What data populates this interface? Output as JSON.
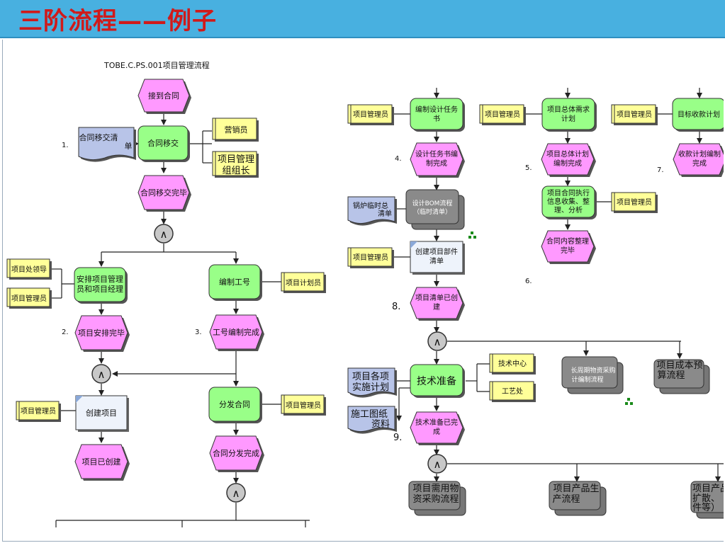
{
  "header": {
    "title": "三阶流程——例子"
  },
  "diagram": {
    "process_code": "TOBE.C.PS.001项目管理流程",
    "steps": {
      "s1": "1.",
      "s2": "2.",
      "s3": "3.",
      "s4": "4.",
      "s5": "5.",
      "s6": "6.",
      "s7": "7.",
      "s8": "8.",
      "s9": "9."
    },
    "events": {
      "receive_contract": "接到合同",
      "contract_handover_done": "合同移交完毕",
      "project_arranged": "项目安排完毕",
      "work_no_done": "工号编制完成",
      "project_created": "项目已创建",
      "contract_distributed": "合同分发完成",
      "design_task_done": [
        "设计任务书编",
        "制完成"
      ],
      "overall_plan_done": [
        "项目总体计划",
        "编制完成"
      ],
      "payment_plan_done": [
        "收款计划编制",
        "完成"
      ],
      "contract_content_done": [
        "合同内容整理",
        "完毕"
      ],
      "project_list_done": [
        "项目清单已创",
        "建"
      ],
      "tech_prep_done": [
        "技术准备已完",
        "成"
      ]
    },
    "functions": {
      "contract_handover": "合同移交",
      "arrange_manager": [
        "安排项目管理",
        "员和项目经理"
      ],
      "compile_work_no": "编制工号",
      "create_project": "创建项目",
      "distribute_contract": "分发合同",
      "compile_design_task": [
        "编制设计任务",
        "书"
      ],
      "overall_requirement_plan": [
        "项目总体需求",
        "计划"
      ],
      "payment_plan": "目标收款计划",
      "contract_execution_info": [
        "项目合同执行",
        "信息收集、整",
        "理、分析"
      ],
      "create_parts_list": [
        "创建项目部件",
        "清单"
      ],
      "tech_prep": "技术准备"
    },
    "roles": {
      "sales": "营销员",
      "pm_group_leader": [
        "项目管理",
        "组组长"
      ],
      "dept_leader": "项目处领导",
      "pm": "项目管理员",
      "planner": "项目计划员",
      "tech_center": "技术中心",
      "process_dept": "工艺处"
    },
    "documents": {
      "contract_transfer_list": [
        "合同移交清",
        "单"
      ],
      "boiler_temp_list": [
        "锅炉临时总",
        "清单"
      ],
      "project_impl_plan": [
        "项目各项",
        "实施计划"
      ],
      "construction_drawings": [
        "施工图纸",
        "资料"
      ]
    },
    "subprocesses": {
      "bom_process": [
        "设计BOM流程",
        "（临时清单）"
      ],
      "long_lead_procurement": [
        "长周期物资采购",
        "计编制流程"
      ],
      "cost_budget": [
        "项目成本预",
        "算流程"
      ],
      "material_procurement": [
        "项目需用物",
        "资采购流程"
      ],
      "production": [
        "项目产品生",
        "产流程"
      ],
      "product_cut": [
        "项目产品",
        "扩散、",
        "件等）"
      ]
    },
    "connector_symbol": "∧"
  },
  "colors": {
    "header_bg": "#48b0e0",
    "title": "#d01a1a",
    "event": "#ff99ff",
    "function": "#99ff88",
    "role": "#ffff99",
    "document": "#b8c4e8",
    "subprocess": "#8a8a8a",
    "connector": "#c8c8c8"
  }
}
